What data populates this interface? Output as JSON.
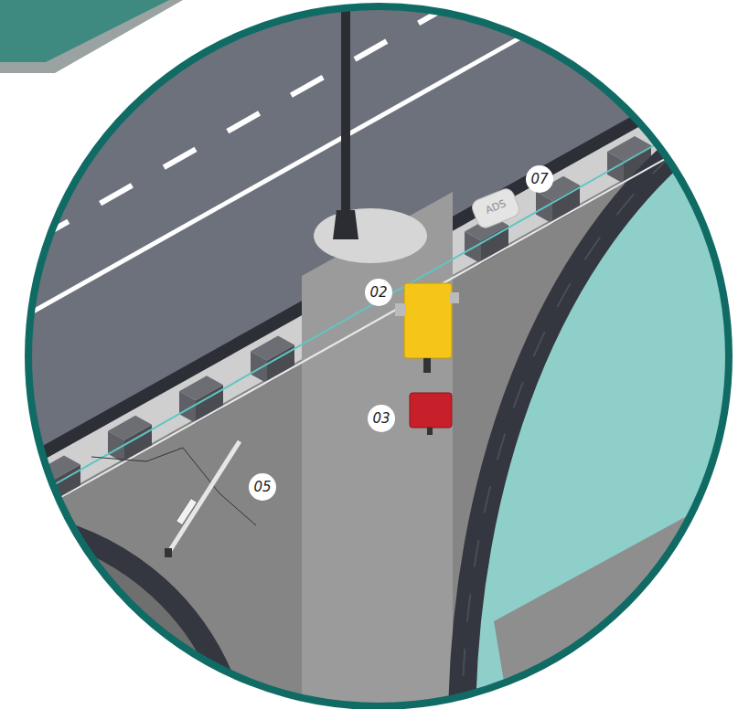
{
  "diagram": {
    "labels": [
      "07",
      "ADS",
      "02",
      "03",
      "05"
    ]
  }
}
